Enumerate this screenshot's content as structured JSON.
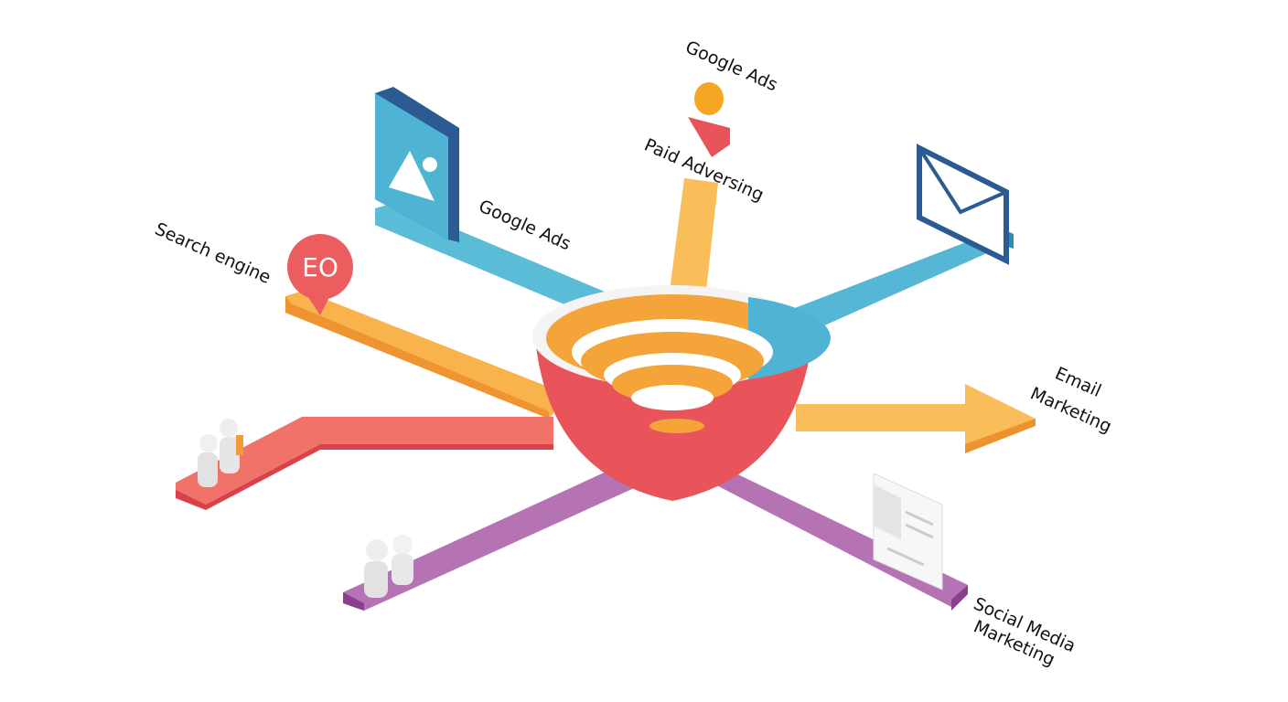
{
  "labels": {
    "google_ads_top": "Google Ads",
    "paid_advertising": "Paid Adversing",
    "google_ads_left": "Google Ads",
    "search_engine": "Search engine",
    "seo_badge": "EO",
    "email_line1": "Email",
    "email_line2": "Marketing",
    "social_line1": "Social Media",
    "social_line2": "Marketing"
  },
  "icons": [
    "image-tile-icon",
    "pin-shape-icon",
    "envelope-icon",
    "seo-bubble-icon",
    "people-figures-icon",
    "document-icon",
    "funnel-icon",
    "arrow-right-icon"
  ],
  "colors": {
    "orange": "#f7a93b",
    "yellow": "#f9bd5a",
    "blue": "#4fb3d4",
    "red": "#e9545a",
    "purple": "#a85aa8",
    "navy": "#2c5b94"
  }
}
